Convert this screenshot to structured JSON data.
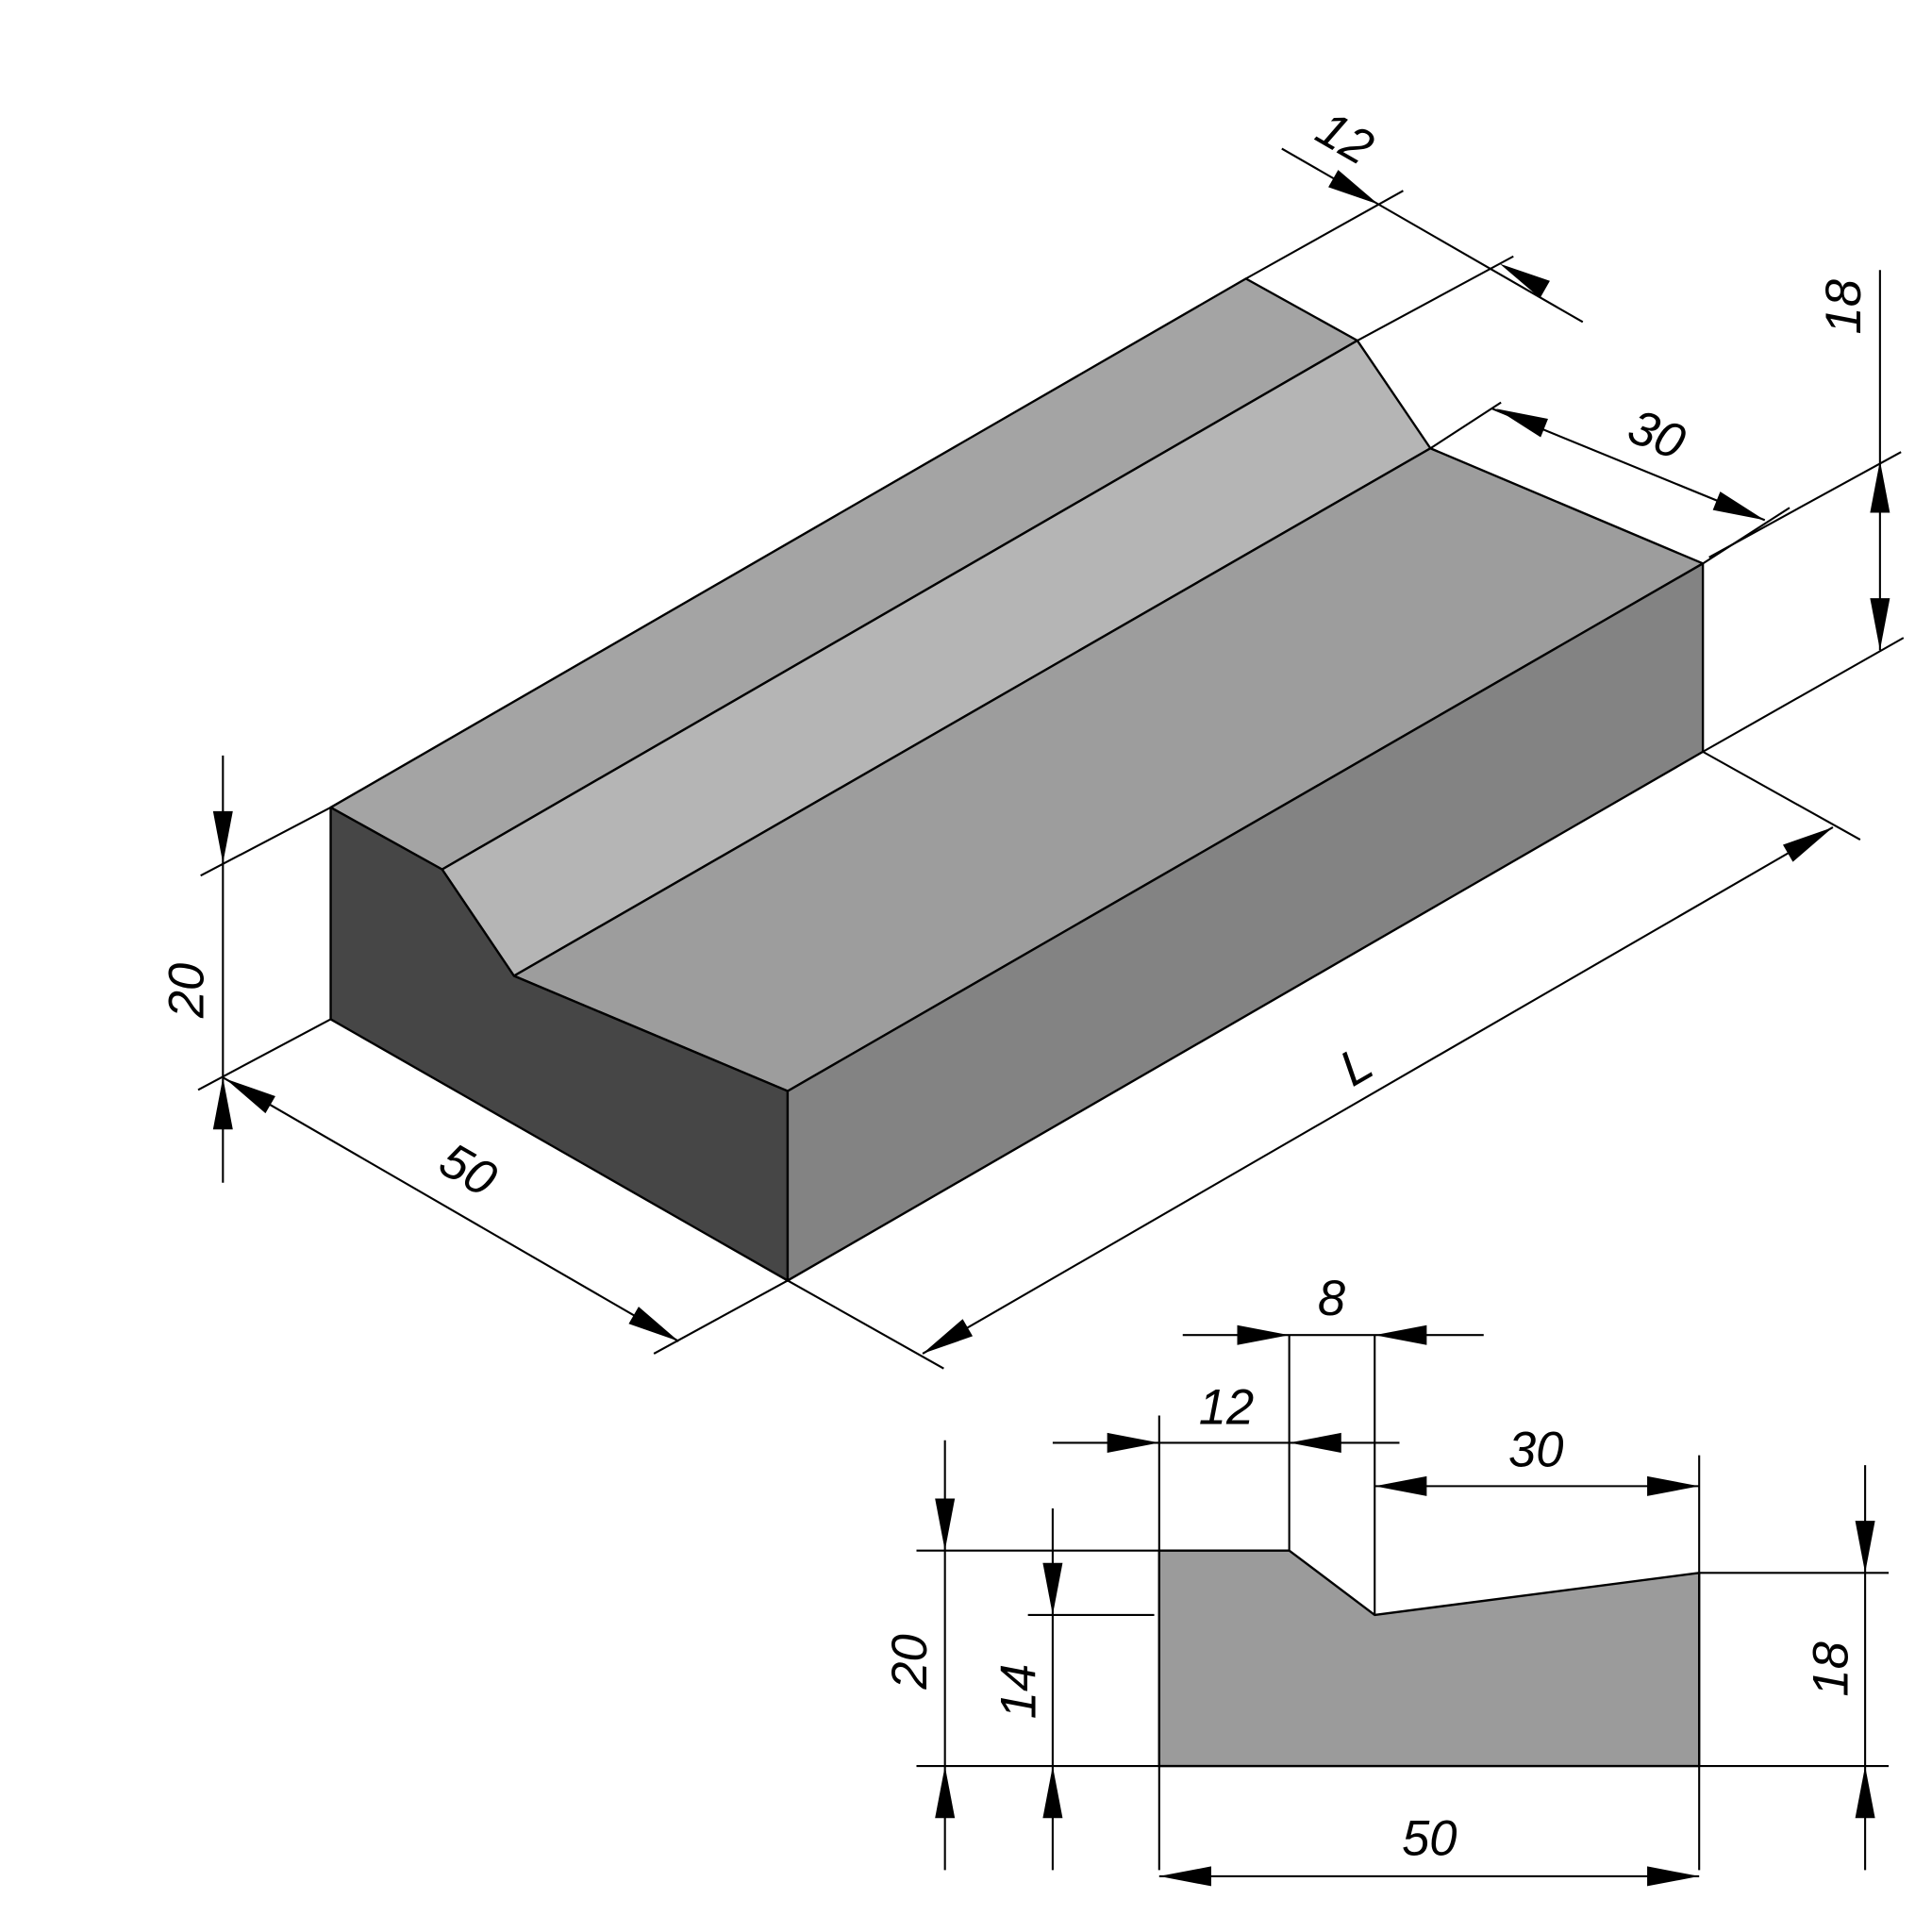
{
  "colors": {
    "top_left_strip": "#a4a4a4",
    "slope_strip": "#b5b5b5",
    "top_right": "#9d9d9d",
    "front_face": "#464646",
    "side_face": "#838383",
    "section_fill": "#9b9b9b"
  },
  "isometric": {
    "dim_top_width": "12",
    "dim_slope_width": "30",
    "dim_right_height": "18",
    "dim_length": "L",
    "dim_depth": "50",
    "dim_left_height": "20"
  },
  "section": {
    "dim_notch": "8",
    "dim_top_flat": "12",
    "dim_slope": "30",
    "dim_left_height": "20",
    "dim_notch_height": "14",
    "dim_right_height": "18",
    "dim_width": "50"
  }
}
